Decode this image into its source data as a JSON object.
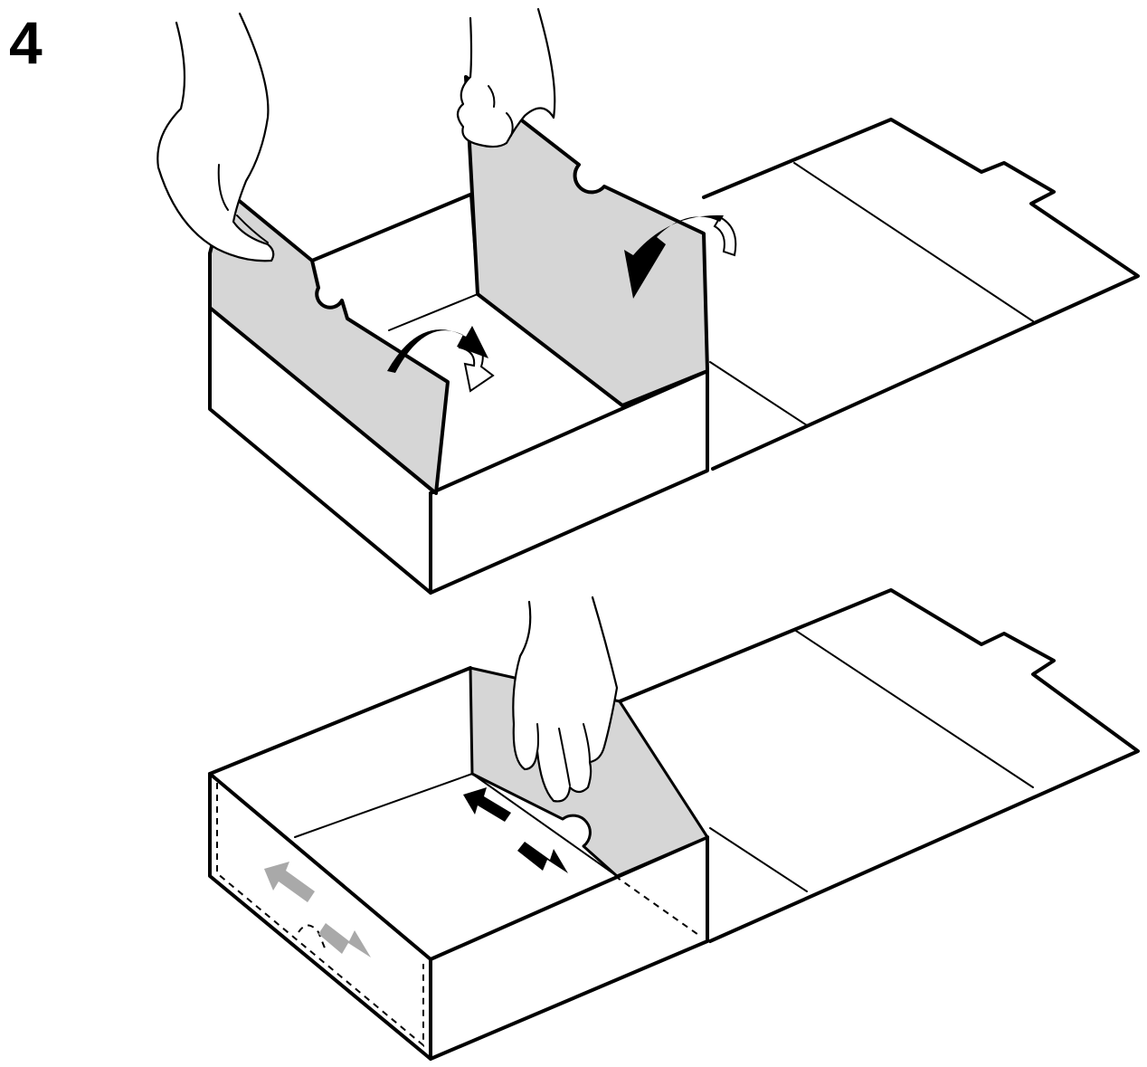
{
  "step": {
    "number": "4"
  },
  "colors": {
    "line": "#000000",
    "panel_fill": "#d6d6d6",
    "arrow_black": "#000000",
    "arrow_grey": "#a9a9a9",
    "background": "#ffffff"
  },
  "icons": [
    "curved-fold-arrow",
    "slide-arrow",
    "hand"
  ]
}
